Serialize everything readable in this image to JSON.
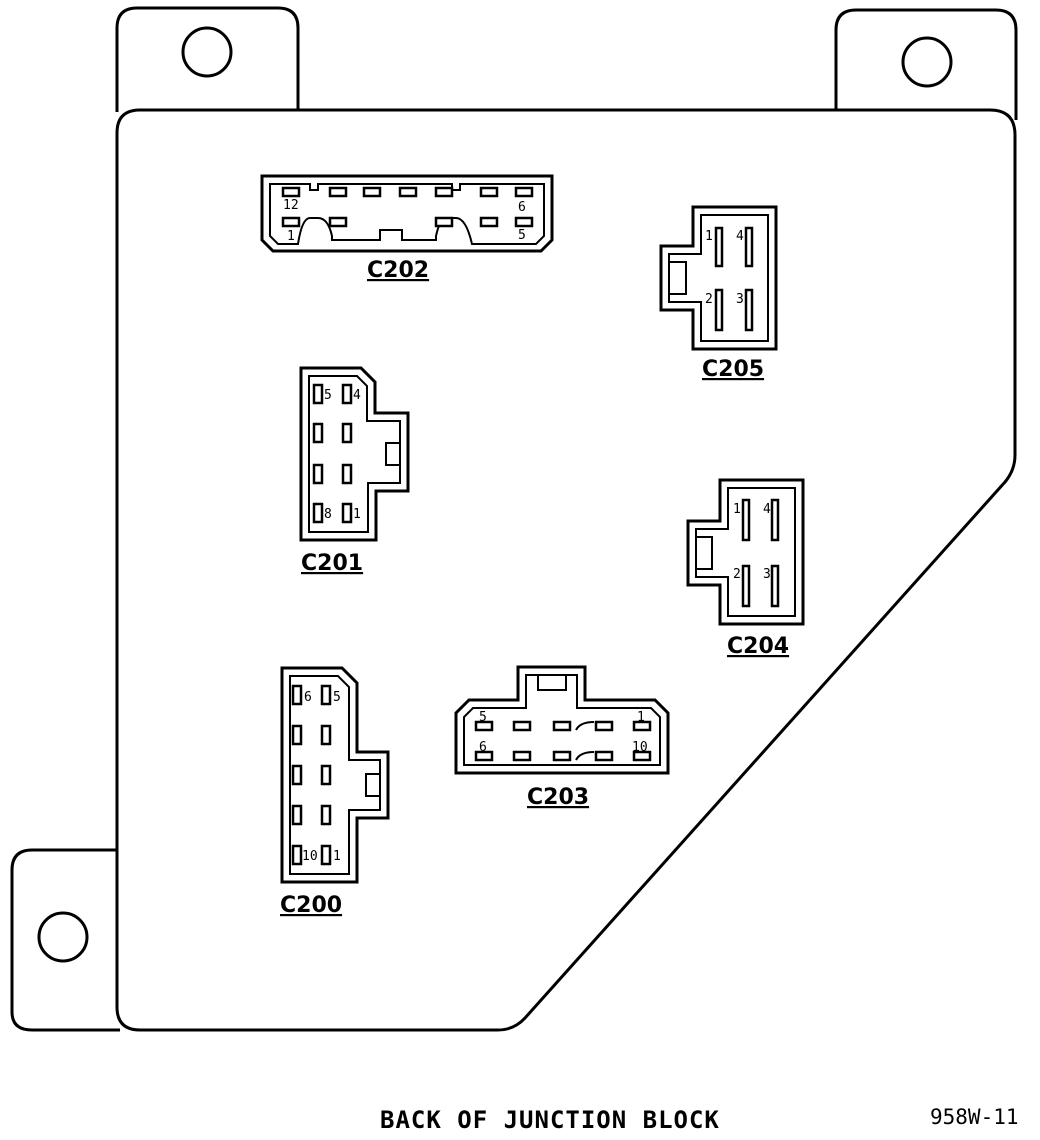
{
  "caption": "BACK OF JUNCTION BLOCK",
  "figure_number": "958W-11",
  "connectors": {
    "c200": {
      "label": "C200",
      "pins": [
        "6",
        "5",
        "10",
        "1"
      ]
    },
    "c201": {
      "label": "C201",
      "pins": [
        "5",
        "4",
        "8",
        "1"
      ]
    },
    "c202": {
      "label": "C202",
      "pins": [
        "12",
        "6",
        "1",
        "5"
      ]
    },
    "c203": {
      "label": "C203",
      "pins": [
        "5",
        "1",
        "6",
        "10"
      ]
    },
    "c204": {
      "label": "C204",
      "pins": [
        "1",
        "4",
        "2",
        "3"
      ]
    },
    "c205": {
      "label": "C205",
      "pins": [
        "1",
        "4",
        "2",
        "3"
      ]
    }
  }
}
